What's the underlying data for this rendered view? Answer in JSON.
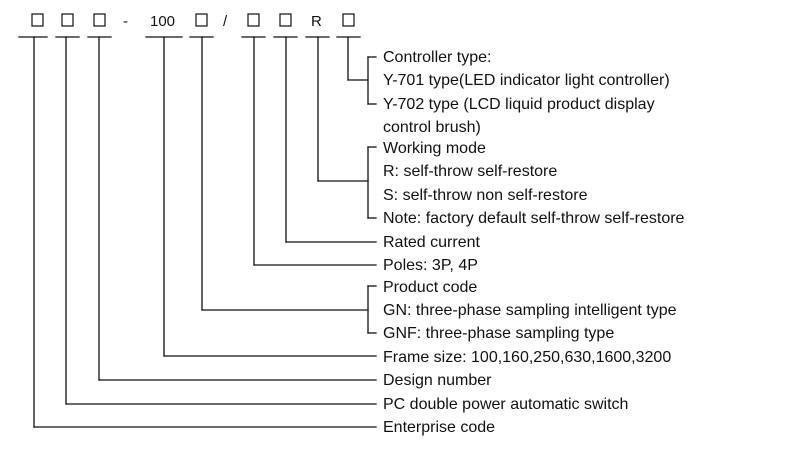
{
  "code": {
    "dash": "-",
    "frame": "100",
    "slash": "/",
    "mode_letter": "R"
  },
  "descriptions": {
    "controller_title": "Controller type:",
    "controller_y701": "Y-701 type(LED indicator light controller)",
    "controller_y702_line1": "Y-702 type (LCD liquid product display",
    "controller_y702_line2": "control brush)",
    "mode_title": "Working mode",
    "mode_r": "R: self-throw self-restore",
    "mode_s": "S: self-throw non self-restore",
    "mode_note": "Note: factory default self-throw self-restore",
    "rated_current": "Rated current",
    "poles": "Poles: 3P, 4P",
    "product_title": "Product code",
    "product_gn": "GN: three-phase sampling intelligent type",
    "product_gnf": "GNF: three-phase sampling type",
    "frame_size": "Frame size: 100,160,250,630,1600,3200",
    "design_number": "Design number",
    "pc_switch": "PC double power automatic switch",
    "enterprise_code": "Enterprise code"
  }
}
